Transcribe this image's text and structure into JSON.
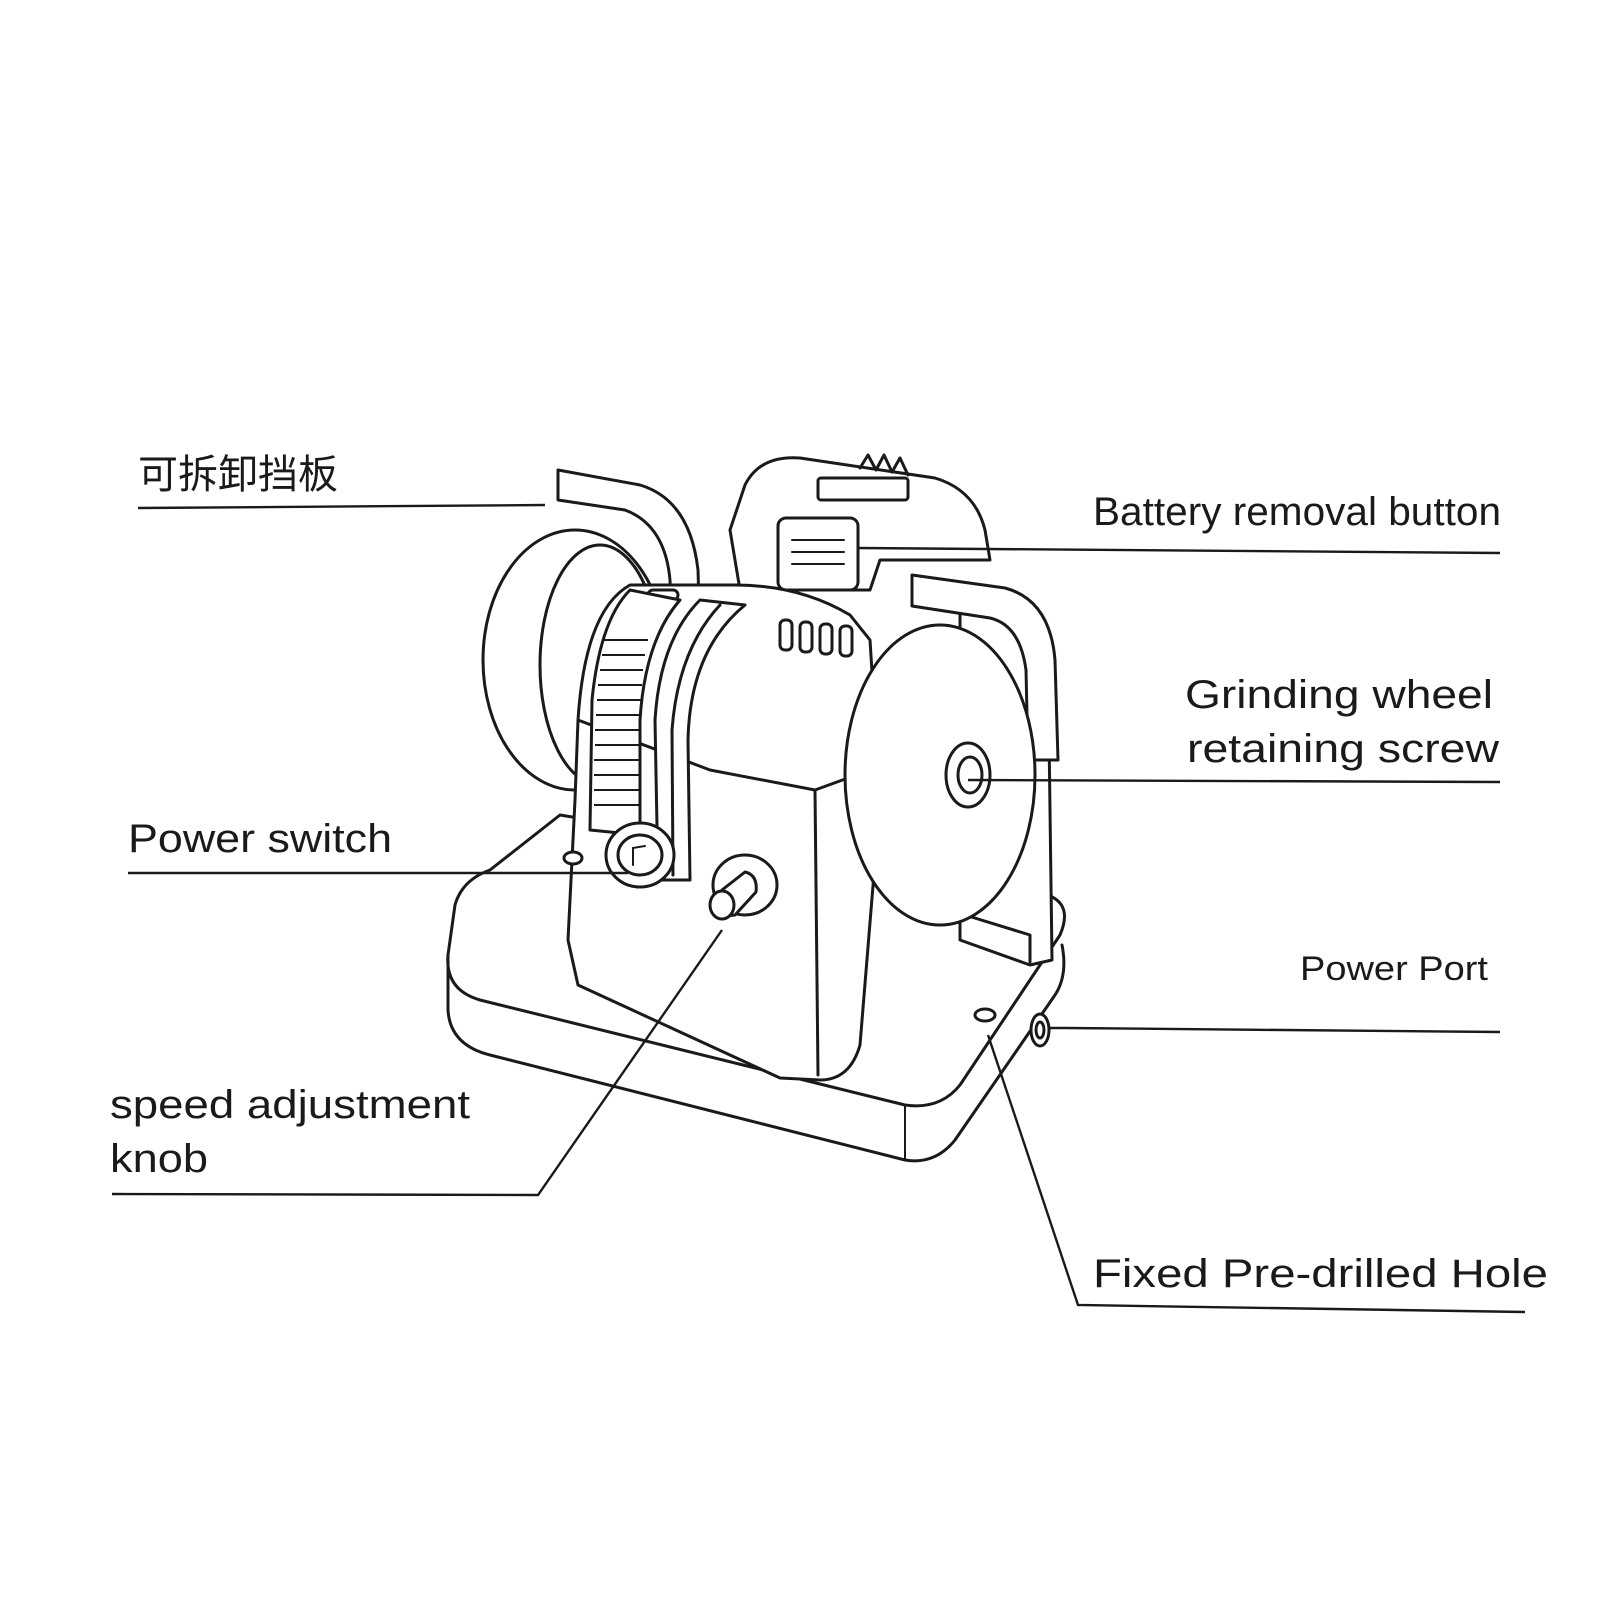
{
  "labels": {
    "detachable_guard": "可拆卸挡板",
    "battery_removal_button": "Battery removal button",
    "grinding_wheel_line1": "Grinding wheel",
    "grinding_wheel_line2": "retaining screw",
    "power_switch": "Power switch",
    "power_port": "Power Port",
    "speed_knob_line1": "speed adjustment",
    "speed_knob_line2": "knob",
    "fixed_hole": "Fixed Pre-drilled Hole"
  },
  "icons": {
    "device": "bench-grinder-line-drawing"
  },
  "colors": {
    "ink": "#1a1a1a",
    "background": "#ffffff"
  }
}
